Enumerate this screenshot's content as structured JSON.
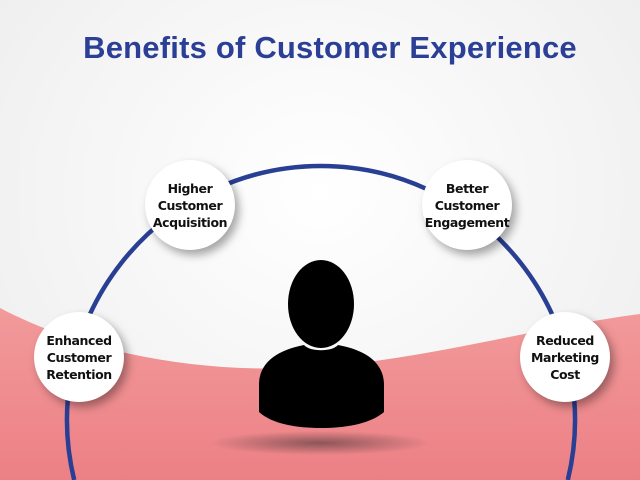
{
  "title": "Benefits of Customer Experience",
  "colors": {
    "title": "#2a3f95",
    "ring": "#283f94",
    "wave": "#ee8a8c",
    "person": "#000000"
  },
  "benefits": [
    {
      "lines": [
        "Higher",
        "Customer",
        "Acquisition"
      ]
    },
    {
      "lines": [
        "Better",
        "Customer",
        "Engagement"
      ]
    },
    {
      "lines": [
        "Enhanced",
        "Customer",
        "Retention"
      ]
    },
    {
      "lines": [
        "Reduced",
        "Marketing",
        "Cost"
      ]
    }
  ],
  "center_icon": "person-icon"
}
